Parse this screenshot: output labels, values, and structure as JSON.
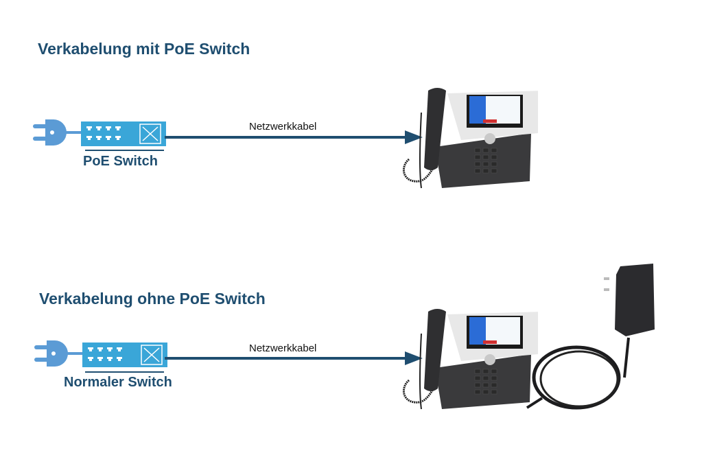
{
  "colors": {
    "title": "#1f4e70",
    "switch_fill": "#3aa6d8",
    "plug": "#5b9bd5",
    "cable": "#1f4e70"
  },
  "sections": [
    {
      "title": "Verkabelung mit PoE Switch",
      "switch_label": "PoE Switch",
      "cable_label": "Netzwerkkabel",
      "power_source": "switch (PoE)",
      "icons": [
        "power-plug-icon",
        "network-switch-icon",
        "arrow-right-icon",
        "ip-phone-icon"
      ]
    },
    {
      "title": "Verkabelung ohne PoE Switch",
      "switch_label": "Normaler Switch",
      "cable_label": "Netzwerkkabel",
      "power_source": "external power adapter",
      "icons": [
        "power-plug-icon",
        "network-switch-icon",
        "arrow-right-icon",
        "ip-phone-icon",
        "power-adapter-icon"
      ]
    }
  ]
}
